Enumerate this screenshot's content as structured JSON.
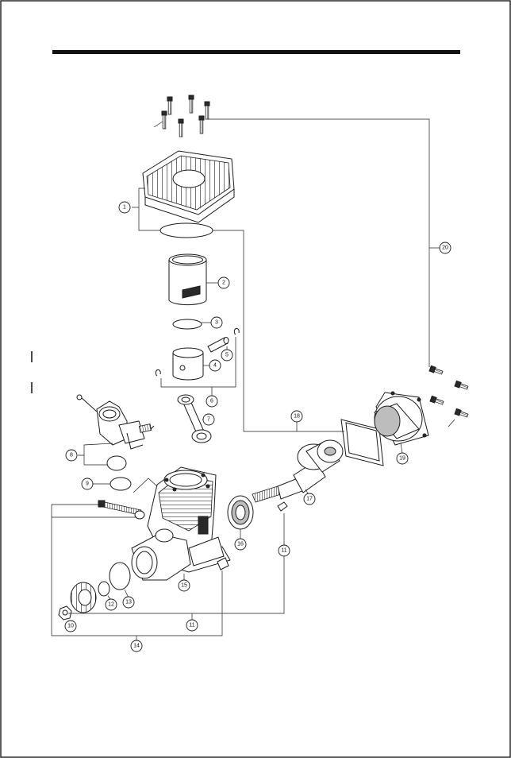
{
  "callouts": [
    {
      "id": "c1",
      "label": "1"
    },
    {
      "id": "c2",
      "label": "2"
    },
    {
      "id": "c3",
      "label": "3"
    },
    {
      "id": "c4",
      "label": "4"
    },
    {
      "id": "c5",
      "label": "5"
    },
    {
      "id": "c6",
      "label": "6"
    },
    {
      "id": "c7",
      "label": "7"
    },
    {
      "id": "c8",
      "label": "8"
    },
    {
      "id": "c9",
      "label": "9"
    },
    {
      "id": "c10",
      "label": "10"
    },
    {
      "id": "c11a",
      "label": "11"
    },
    {
      "id": "c11b",
      "label": "11"
    },
    {
      "id": "c12",
      "label": "12"
    },
    {
      "id": "c13",
      "label": "13"
    },
    {
      "id": "c14",
      "label": "14"
    },
    {
      "id": "c15",
      "label": "15"
    },
    {
      "id": "c16",
      "label": "16"
    },
    {
      "id": "c17",
      "label": "17"
    },
    {
      "id": "c18",
      "label": "18"
    },
    {
      "id": "c19",
      "label": "19"
    },
    {
      "id": "c20",
      "label": "20"
    }
  ]
}
